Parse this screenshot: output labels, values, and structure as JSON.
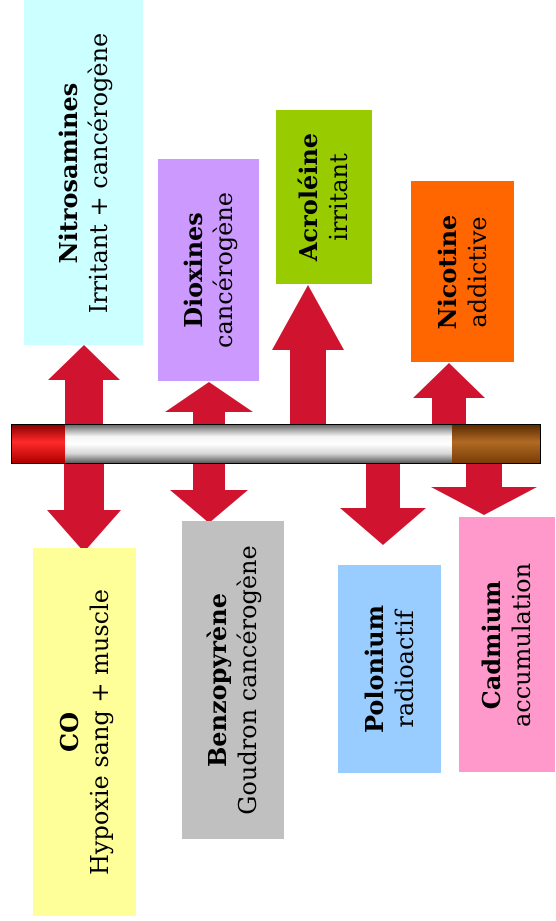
{
  "colors": {
    "arrow": "#d0132f",
    "nitrosamines": "#ccffff",
    "dioxines": "#cc99ff",
    "acroleine": "#99cc00",
    "nicotine": "#ff6600",
    "co": "#ffff99",
    "benzopyrene": "#c0c0c0",
    "polonium": "#99ccff",
    "cadmium": "#ff99cc"
  },
  "substances": {
    "nitrosamines": {
      "name": "Nitrosamines",
      "effect": "Irritant + cancérogène"
    },
    "dioxines": {
      "name": "Dioxines",
      "effect": "cancérogène"
    },
    "acroleine": {
      "name": "Acroléine",
      "effect": "irritant"
    },
    "nicotine": {
      "name": "Nicotine",
      "effect": "addictive"
    },
    "co": {
      "name": "CO",
      "effect": "Hypoxie sang + muscle"
    },
    "benzopyrene": {
      "name": "Benzopyrène",
      "effect": "Goudron cancérogène"
    },
    "polonium": {
      "name": "Polonium",
      "effect": "radioactif"
    },
    "cadmium": {
      "name": "Cadmium",
      "effect": "accumulation"
    }
  }
}
